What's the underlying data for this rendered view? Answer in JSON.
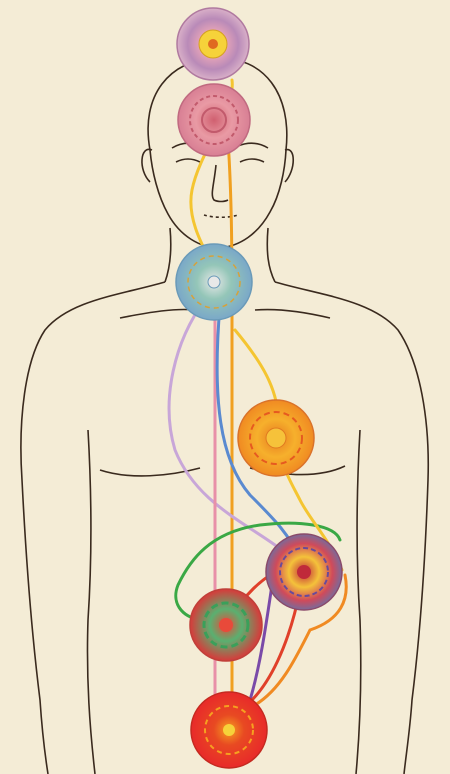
{
  "illustration": {
    "subject": "human-figure-with-energy-centers",
    "colors": {
      "background": "#f4ecd6",
      "outline": "#3a2a1e",
      "crown": "#c9a0c0",
      "brow": "#e08a9a",
      "throat": "#8fc2b8",
      "heart": "#f2a22a",
      "solar": "#d94a4a",
      "sacral": "#3aa05a",
      "root": "#e83a2a"
    },
    "centers": [
      {
        "name": "crown-center",
        "palette": "crown"
      },
      {
        "name": "brow-center",
        "palette": "brow"
      },
      {
        "name": "throat-center",
        "palette": "throat"
      },
      {
        "name": "heart-center",
        "palette": "heart"
      },
      {
        "name": "solar-center",
        "palette": "solar"
      },
      {
        "name": "sacral-center",
        "palette": "sacral"
      },
      {
        "name": "root-center",
        "palette": "root"
      }
    ],
    "channels": [
      {
        "name": "yellow-channel",
        "color": "#f4c531"
      },
      {
        "name": "orange-channel",
        "color": "#f0a020"
      },
      {
        "name": "lavender-channel",
        "color": "#c8a6d8"
      },
      {
        "name": "pink-channel",
        "color": "#e890a8"
      },
      {
        "name": "blue-channel",
        "color": "#5a8ad0"
      },
      {
        "name": "violet-channel",
        "color": "#7a4aa8"
      },
      {
        "name": "green-channel",
        "color": "#3aa845"
      },
      {
        "name": "red-channel",
        "color": "#e0402a"
      }
    ]
  }
}
